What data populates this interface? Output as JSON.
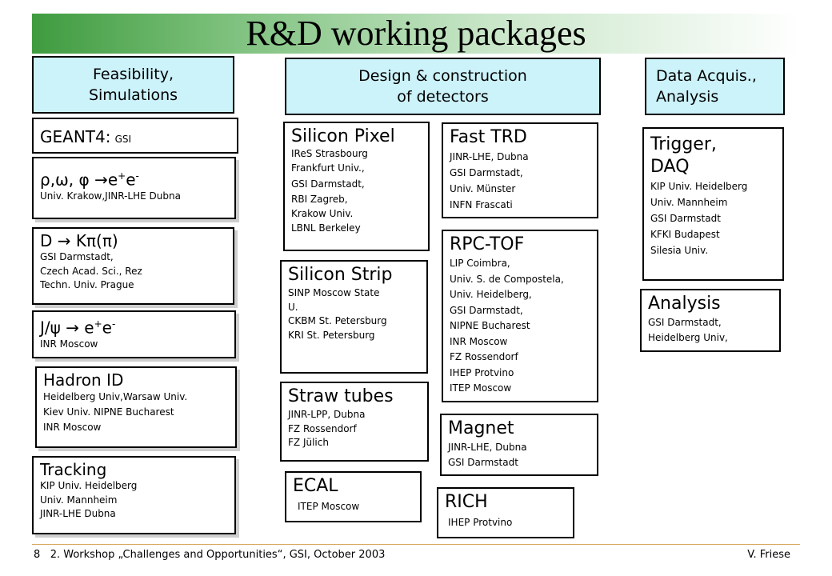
{
  "title": "R&D working packages",
  "columns": {
    "feasibility": {
      "line1": "Feasibility,",
      "line2": "Simulations"
    },
    "design": {
      "line1": "Design & construction",
      "line2": "of detectors"
    },
    "daq": {
      "line1": "Data Acquis.,",
      "line2": "Analysis"
    }
  },
  "left_boxes": {
    "geant": {
      "main": "GEANT4:",
      "tag": "GSI"
    },
    "rho": {
      "head": "ρ,ω, φ →e",
      "sup1": "+",
      "mid": "e",
      "sup2": "-",
      "lines": [
        "Univ. Krakow,JINR-LHE Dubna"
      ]
    },
    "dk": {
      "head": "D → Kπ(π)",
      "lines": [
        "GSI Darmstadt,",
        "Czech Acad. Sci., Rez",
        "Techn. Univ. Prague"
      ]
    },
    "jpsi": {
      "head": "J/ψ → e",
      "sup1": "+",
      "mid": "e",
      "sup2": "-",
      "lines": [
        "INR Moscow"
      ]
    },
    "hadron": {
      "head": "Hadron ID",
      "lines": [
        "Heidelberg Univ,Warsaw Univ.",
        "Kiev Univ. NIPNE Bucharest",
        "INR Moscow"
      ]
    },
    "tracking": {
      "head": "Tracking",
      "lines": [
        "KIP Univ. Heidelberg",
        "Univ. Mannheim",
        "JINR-LHE Dubna"
      ]
    }
  },
  "middle_boxes": {
    "pixel": {
      "head": "Silicon Pixel",
      "lines": [
        "IReS Strasbourg",
        "Frankfurt Univ.,",
        "GSI Darmstadt,",
        "RBI Zagreb,",
        "Krakow Univ.",
        "LBNL Berkeley"
      ]
    },
    "strip": {
      "head": "Silicon Strip",
      "lines": [
        "SINP Moscow State",
        "U.",
        "CKBM St. Petersburg",
        "KRI St. Petersburg"
      ]
    },
    "straw": {
      "head": "Straw tubes",
      "lines": [
        "JINR-LPP, Dubna",
        "FZ Rossendorf",
        "FZ Jülich"
      ]
    },
    "ecal": {
      "head": "ECAL",
      "lines": [
        "ITEP Moscow"
      ]
    },
    "trd": {
      "head": "Fast TRD",
      "lines": [
        "JINR-LHE, Dubna",
        "GSI Darmstadt,",
        "Univ. Münster",
        "INFN Frascati"
      ]
    },
    "rpc": {
      "head": "RPC-TOF",
      "lines": [
        "LIP Coimbra,",
        "Univ. S. de Compostela,",
        "Univ. Heidelberg,",
        "GSI Darmstadt,",
        "NIPNE Bucharest",
        "INR Moscow",
        "FZ Rossendorf",
        "IHEP Protvino",
        "ITEP Moscow"
      ]
    },
    "magnet": {
      "head": "Magnet",
      "lines": [
        "JINR-LHE, Dubna",
        "GSI Darmstadt"
      ]
    },
    "rich": {
      "head": "RICH",
      "lines": [
        "IHEP Protvino"
      ]
    }
  },
  "right_boxes": {
    "trigger": {
      "head1": "Trigger,",
      "head2": "DAQ",
      "lines": [
        "KIP Univ. Heidelberg",
        "Univ. Mannheim",
        "GSI Darmstadt",
        "KFKI Budapest",
        "Silesia Univ."
      ]
    },
    "analysis": {
      "head": "Analysis",
      "lines": [
        "GSI Darmstadt,",
        "Heidelberg Univ,"
      ]
    }
  },
  "footer": {
    "page": "8",
    "text": "2. Workshop „Challenges and Opportunities“, GSI, October 2003",
    "author": "V. Friese"
  }
}
